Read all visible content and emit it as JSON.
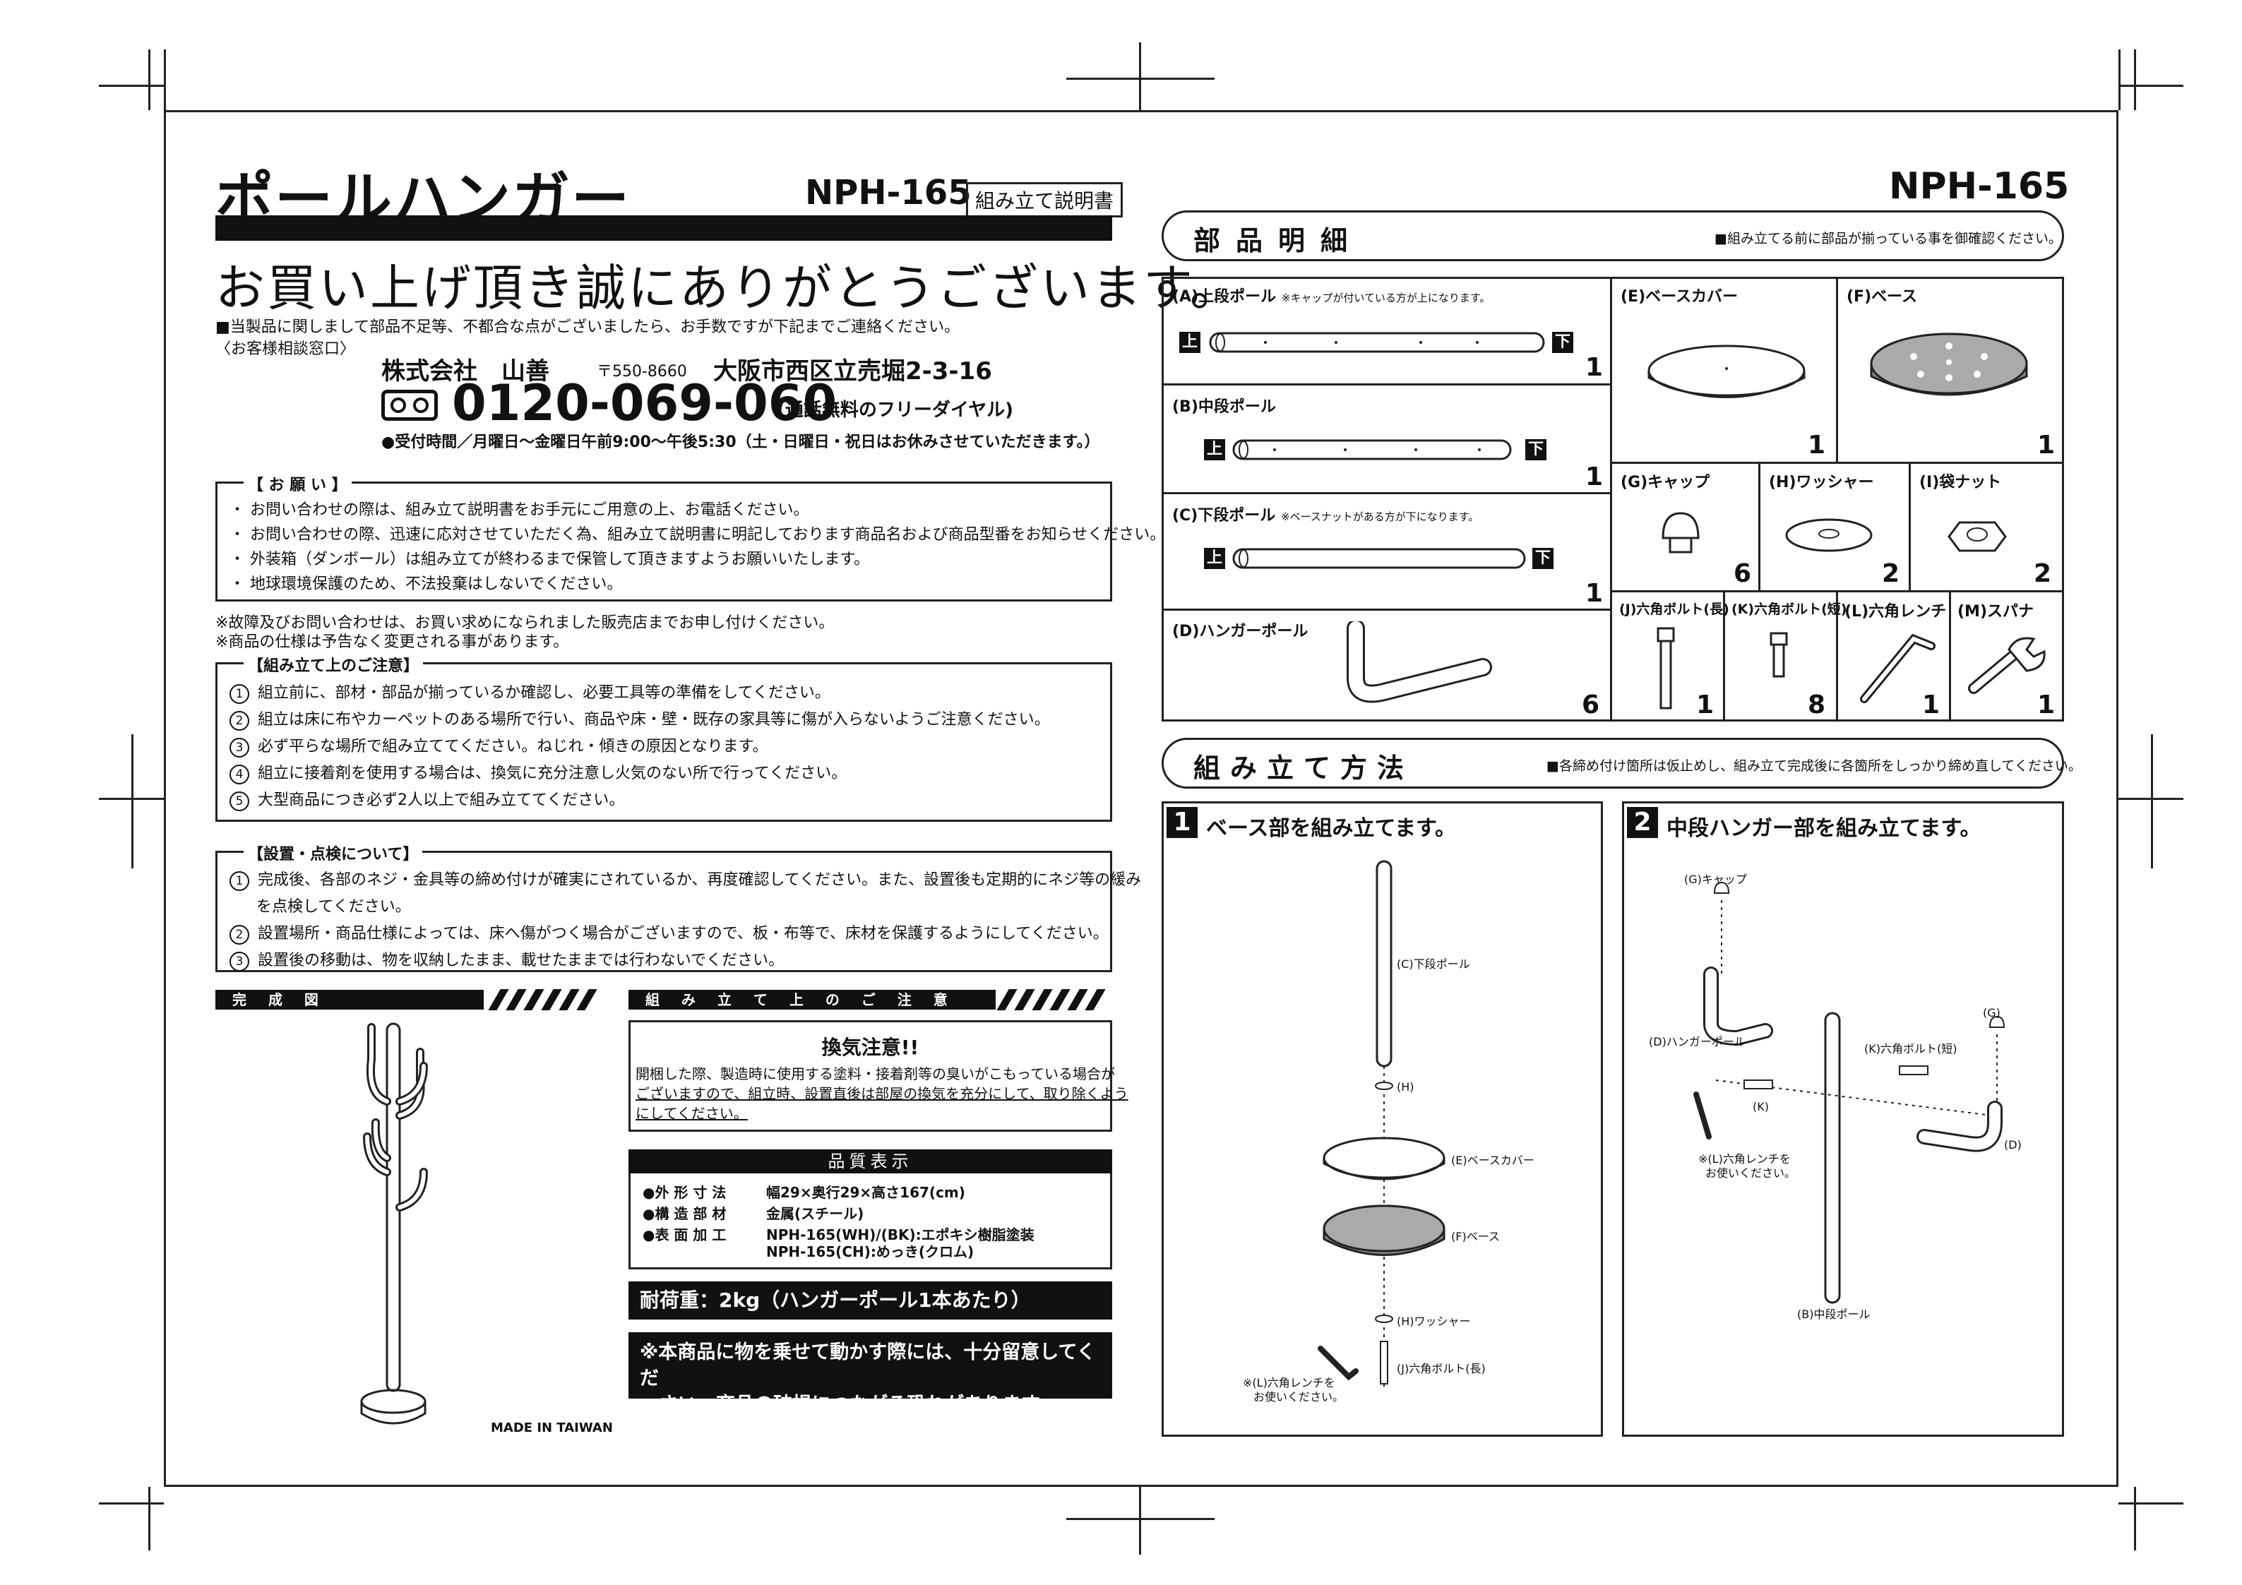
{
  "header": {
    "title": "ポールハンガー",
    "model": "NPH-165",
    "manual_tag": "組み立て説明書",
    "thanks": "お買い上げ頂き誠にありがとうございます。",
    "notice": "■当製品に関しまして部品不足等、不都合な点がございましたら、お手数ですが下記までご連絡ください。",
    "contact_label": "〈お客様相談窓口〉",
    "company": "株式会社　山善",
    "postal": "〒550-8660",
    "address": "大阪市西区立売堀2-3-16",
    "phone": "0120-069-060",
    "phone_note": "(通話無料のフリーダイヤル)",
    "hours": "●受付時間／月曜日～金曜日午前9:00～午後5:30（土・日曜日・祝日はお休みさせていただきます。）"
  },
  "request": {
    "label": "【 お 願 い 】",
    "items": [
      "・ お問い合わせの際は、組み立て説明書をお手元にご用意の上、お電話ください。",
      "・ お問い合わせの際、迅速に応対させていただく為、組み立て説明書に明記しております商品名および商品型番をお知らせください。",
      "・ 外装箱（ダンボール）は組み立てが終わるまで保管して頂きますようお願いいたします。",
      "・ 地球環境保護のため、不法投棄はしないでください。"
    ]
  },
  "remarks": [
    "※故障及びお問い合わせは、お買い求めになられました販売店までお申し付けください。",
    "※商品の仕様は予告なく変更される事があります。"
  ],
  "assembly_cautions": {
    "label": "【組み立て上のご注意】",
    "items": [
      {
        "n": "1",
        "text": "組立前に、部材・部品が揃っているか確認し、必要工具等の準備をしてください。"
      },
      {
        "n": "2",
        "text": "組立は床に布やカーペットのある場所で行い、商品や床・壁・既存の家具等に傷が入らないようご注意ください。"
      },
      {
        "n": "3",
        "text": "必ず平らな場所で組み立ててください。ねじれ・傾きの原因となります。"
      },
      {
        "n": "4",
        "text": "組立に接着剤を使用する場合は、換気に充分注意し火気のない所で行ってください。"
      },
      {
        "n": "5",
        "text": "大型商品につき必ず2人以上で組み立ててください。"
      }
    ]
  },
  "installation": {
    "label": "【設置・点検について】",
    "items": [
      {
        "n": "1",
        "text": "完成後、各部のネジ・金具等の締め付けが確実にされているか、再度確認してください。また、設置後も定期的にネジ等の緩み",
        "cont": "を点検してください。"
      },
      {
        "n": "2",
        "text": "設置場所・商品仕様によっては、床へ傷がつく場合がございますので、板・布等で、床材を保護するようにしてください。"
      },
      {
        "n": "3",
        "text": "設置後の移動は、物を収納したまま、載せたままでは行わないでください。"
      }
    ]
  },
  "completed": {
    "head": "完 成 図",
    "made_in": "MADE IN TAIWAN"
  },
  "caution_panel": {
    "head": "組 み 立 て 上 の ご 注 意",
    "title": "換気注意!!",
    "lines": [
      "開梱した際、製造時に使用する塗料・接着剤等の臭いがこもっている場合が",
      "ございますので、組立時、設置直後は部屋の換気を充分にして、取り除くよう",
      "にしてください。"
    ]
  },
  "quality": {
    "head": "品質表示",
    "rows": [
      {
        "k": "●外 形 寸 法",
        "v": "幅29×奥行29×高さ167(cm)"
      },
      {
        "k": "●構 造 部 材",
        "v": "金属(スチール)"
      },
      {
        "k": "●表 面 加 工",
        "v": "NPH-165(WH)/(BK):エポキシ樹脂塗装"
      },
      {
        "k": "",
        "v": "NPH-165(CH):めっき(クロム)"
      }
    ]
  },
  "load": "耐荷重：2kg（ハンガーポール1本あたり）",
  "warning": [
    "※本商品に物を乗せて動かす際には、十分留意してくだ",
    "　さい。商品の破損につながる恐れがあります。"
  ],
  "parts": {
    "model": "NPH-165",
    "title": "部品明細",
    "note": "■組み立てる前に部品が揃っている事を御確認ください。",
    "top_label": "上",
    "bottom_label": "下",
    "A": {
      "label": "(A)上段ポール",
      "note": "※キャップが付いている方が上になります。",
      "qty": "1"
    },
    "B": {
      "label": "(B)中段ポール",
      "qty": "1"
    },
    "C": {
      "label": "(C)下段ポール",
      "note": "※ベースナットがある方が下になります。",
      "qty": "1"
    },
    "D": {
      "label": "(D)ハンガーポール",
      "qty": "6"
    },
    "E": {
      "label": "(E)ベースカバー",
      "qty": "1"
    },
    "F": {
      "label": "(F)ベース",
      "qty": "1"
    },
    "G": {
      "label": "(G)キャップ",
      "qty": "6"
    },
    "H": {
      "label": "(H)ワッシャー",
      "qty": "2"
    },
    "I": {
      "label": "(I)袋ナット",
      "qty": "2"
    },
    "J": {
      "label": "(J)六角ボルト(長)",
      "qty": "1"
    },
    "K": {
      "label": "(K)六角ボルト(短)",
      "qty": "8"
    },
    "L": {
      "label": "(L)六角レンチ",
      "qty": "1"
    },
    "M": {
      "label": "(M)スパナ",
      "qty": "1"
    }
  },
  "assembly": {
    "title": "組み立て方法",
    "note": "■各締め付け箇所は仮止めし、組み立て完成後に各箇所をしっかり締め直してください。",
    "step1": {
      "num": "1",
      "title": "ベース部を組み立てます。",
      "labels": {
        "c": "(C)下段ポール",
        "h": "(H)",
        "e": "(E)ベースカバー",
        "f": "(F)ベース",
        "h2": "(H)ワッシャー",
        "j": "(J)六角ボルト(長)",
        "l1": "※(L)六角レンチを",
        "l2": "お使いください。"
      }
    },
    "step2": {
      "num": "2",
      "title": "中段ハンガー部を組み立てます。",
      "labels": {
        "g": "(G)キャップ",
        "g2": "(G)",
        "d": "(D)ハンガーポール",
        "d2": "(D)",
        "k": "(K)六角ボルト(短)",
        "k2": "(K)",
        "l1": "※(L)六角レンチを",
        "l2": "お使いください。",
        "b": "(B)中段ポール"
      }
    }
  }
}
